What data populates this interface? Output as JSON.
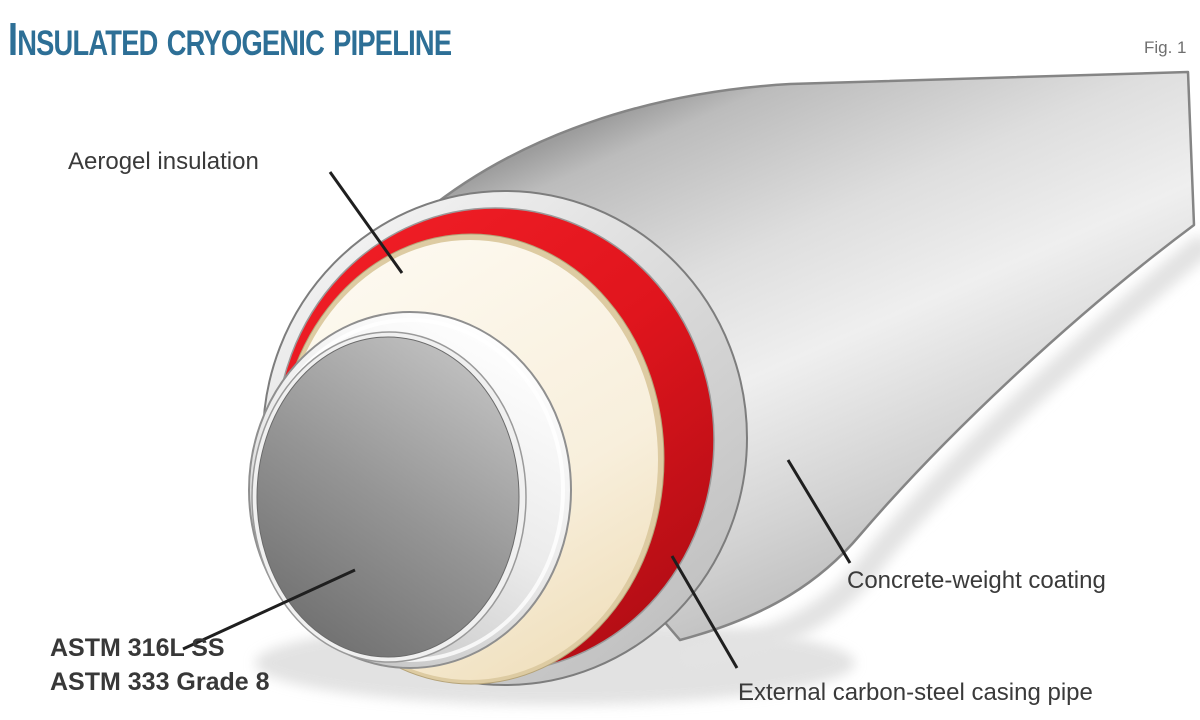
{
  "header": {
    "title_initial": "I",
    "title_rest": "NSULATED CRYOGENIC PIPELINE",
    "figure_label": "Fig. 1"
  },
  "callouts": {
    "aerogel": "Aerogel insulation",
    "inner_pipe_line1": "ASTM 316L SS",
    "inner_pipe_line2": "ASTM 333 Grade 8",
    "concrete": "Concrete-weight coating",
    "casing": "External carbon-steel casing pipe"
  },
  "diagram": {
    "type": "cutaway-pipe-illustration",
    "layers": [
      {
        "name": "inner-pipe",
        "label": "ASTM 316L SS / ASTM 333 Grade 8",
        "color": "#949494"
      },
      {
        "name": "aerogel-insulation",
        "label": "Aerogel insulation",
        "color": "#f8efdc"
      },
      {
        "name": "external-casing-pipe",
        "label": "External carbon-steel casing pipe",
        "color": "#e0161f"
      },
      {
        "name": "concrete-weight-coating",
        "label": "Concrete-weight coating",
        "color": "#d2d2d2"
      }
    ]
  },
  "colors": {
    "title_blue": "#2d6f96",
    "casing_red": "#e0161f",
    "insulation_cream": "#f8efdc",
    "coating_gray": "#d2d2d2",
    "label_text": "#3a3a3a",
    "figure_label_gray": "#6f6f6f"
  }
}
